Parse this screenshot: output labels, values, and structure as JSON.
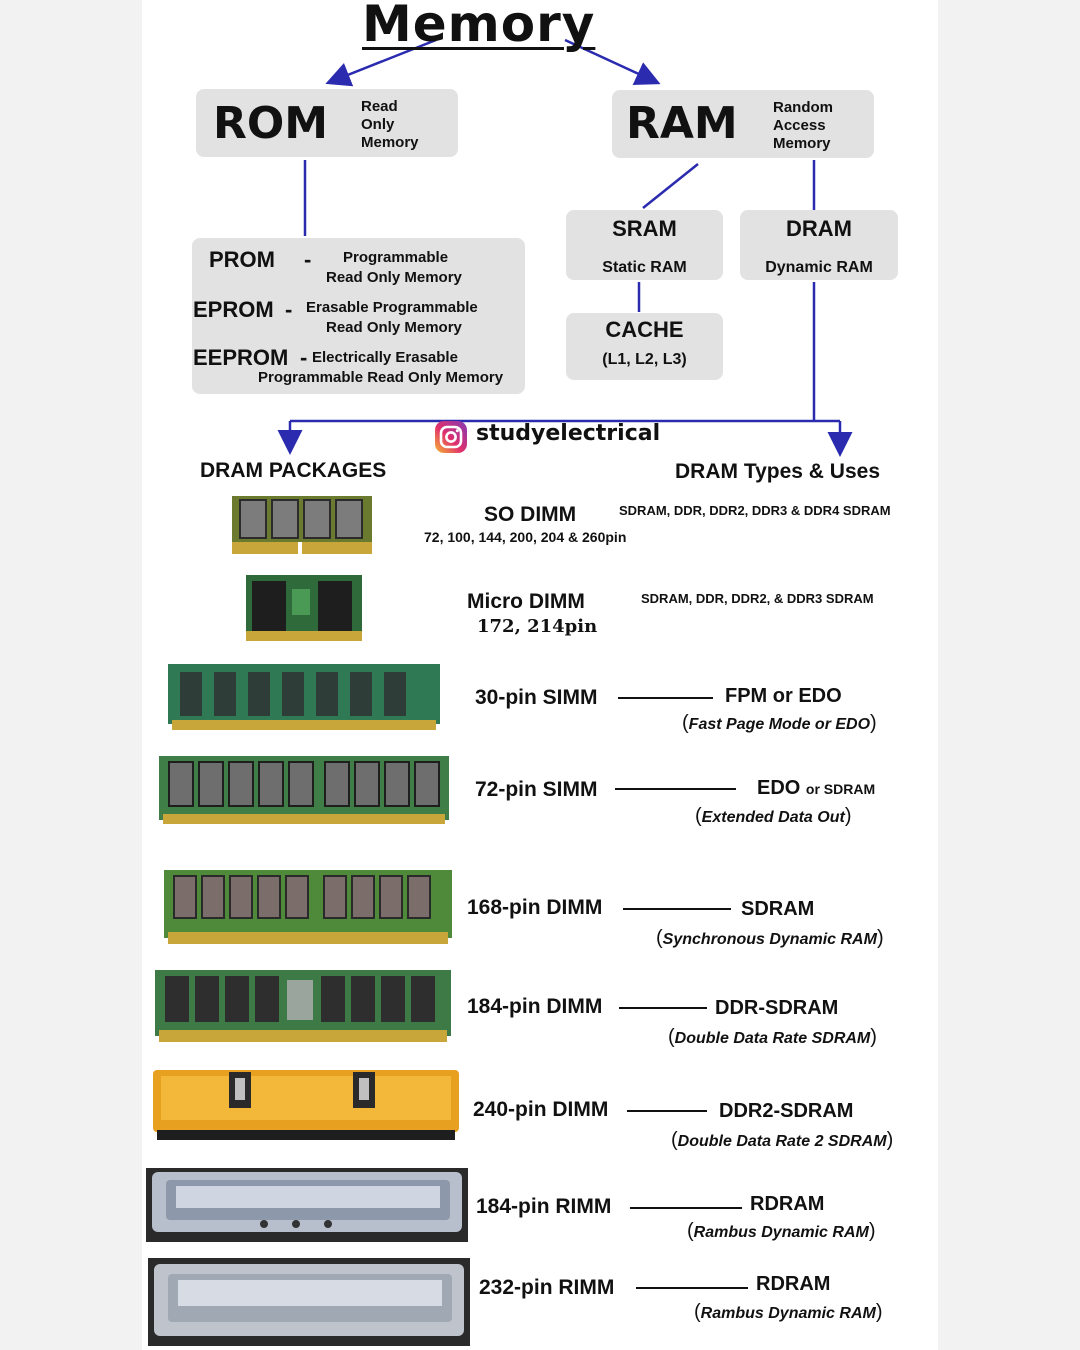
{
  "title": "Memory",
  "rom": {
    "name": "ROM",
    "desc": [
      "Read",
      "Only",
      "Memory"
    ]
  },
  "ram": {
    "name": "RAM",
    "desc": [
      "Random",
      "Access",
      "Memory"
    ]
  },
  "rom_types": [
    {
      "name": "PROM",
      "sep": "-",
      "desc": [
        "Programmable",
        "Read Only Memory"
      ]
    },
    {
      "name": "EPROM",
      "sep": "-",
      "desc": [
        "Erasable Programmable",
        "Read Only Memory"
      ]
    },
    {
      "name": "EEPROM",
      "sep": "-",
      "desc": [
        "Electrically Erasable",
        "Programmable Read Only Memory"
      ]
    }
  ],
  "sram": {
    "name": "SRAM",
    "desc": "Static RAM"
  },
  "dram": {
    "name": "DRAM",
    "desc": "Dynamic RAM"
  },
  "cache": {
    "name": "CACHE",
    "desc": "(L1, L2, L3)"
  },
  "brand": {
    "handle": "studyelectrical",
    "icon": "instagram-icon"
  },
  "sections": {
    "packages": "DRAM PACKAGES",
    "types": "DRAM Types & Uses"
  },
  "packages": [
    {
      "name": "SO DIMM",
      "pins": "72, 100, 144, 200, 204 & 260pin",
      "types": "SDRAM, DDR, DDR2, DDR3 & DDR4 SDRAM"
    },
    {
      "name": "Micro DIMM",
      "pins": "172, 214pin",
      "types": "SDRAM, DDR, DDR2, & DDR3 SDRAM"
    },
    {
      "name": "30-pin SIMM",
      "type": "FPM or EDO",
      "full": "Fast Page Mode or EDO"
    },
    {
      "name": "72-pin SIMM",
      "type": "EDO",
      "type_small": "or SDRAM",
      "full": "Extended Data Out"
    },
    {
      "name": "168-pin DIMM",
      "type": "SDRAM",
      "full": "Synchronous Dynamic RAM"
    },
    {
      "name": "184-pin DIMM",
      "type": "DDR-SDRAM",
      "full": "Double Data Rate SDRAM"
    },
    {
      "name": "240-pin DIMM",
      "type": "DDR2-SDRAM",
      "full": "Double Data Rate 2 SDRAM"
    },
    {
      "name": "184-pin RIMM",
      "type": "RDRAM",
      "full": "Rambus Dynamic RAM"
    },
    {
      "name": "232-pin RIMM",
      "type": "RDRAM",
      "full": "Rambus Dynamic RAM"
    }
  ],
  "colors": {
    "arrow": "#2b2bb0",
    "box": "#e2e2e2",
    "pcb_green": "#2f6b3a",
    "chip": "#3a3a3a",
    "gold": "#c9a63a",
    "heatsink_orange": "#e8a020",
    "heatsink_silver": "#b8bfcc"
  }
}
